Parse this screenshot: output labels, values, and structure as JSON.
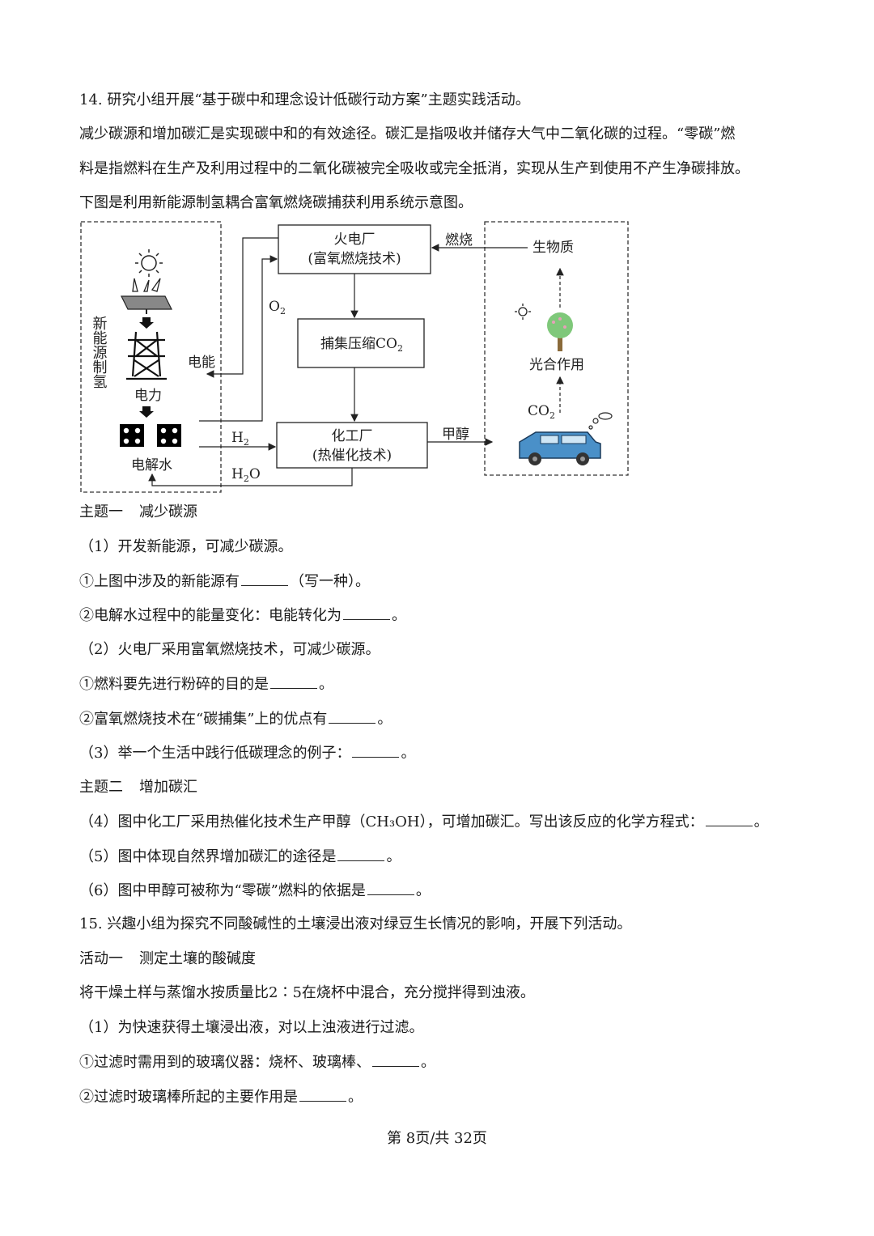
{
  "q14": {
    "title": "14. 研究小组开展“基于碳中和理念设计低碳行动方案”主题实践活动。",
    "para1": "减少碳源和增加碳汇是实现碳中和的有效途径。碳汇是指吸收并储存大气中二氧化碳的过程。“零碳”燃",
    "para2": "料是指燃料在生产及利用过程中的二氧化碳被完全吸收或完全抵消，实现从生产到使用不产生净碳排放。",
    "para3": "下图是利用新能源制氢耦合富氧燃烧碳捕获利用系统示意图。",
    "theme1_label": "主题一",
    "theme1_name": "减少碳源",
    "s1": "（1）开发新能源，可减少碳源。",
    "s1a_pre": "①上图中涉及的新能源有",
    "s1a_post": "（写一种）。",
    "s1b_pre": "②电解水过程中的能量变化：电能转化为",
    "s1b_post": "。",
    "s2": "（2）火电厂采用富氧燃烧技术，可减少碳源。",
    "s2a_pre": "①燃料要先进行粉碎的目的是",
    "s2a_post": "。",
    "s2b_pre": "②富氧燃烧技术在“碳捕集”上的优点有",
    "s2b_post": "。",
    "s3_pre": "（3）举一个生活中践行低碳理念的例子：",
    "s3_post": "。",
    "theme2_label": "主题二",
    "theme2_name": "增加碳汇",
    "s4_pre": "（4）图中化工厂采用热催化技术生产甲醇（CH₃OH），可增加碳汇。写出该反应的化学方程式：",
    "s4_post": "。",
    "s5_pre": "（5）图中体现自然界增加碳汇的途径是",
    "s5_post": "。",
    "s6_pre": "（6）图中甲醇可被称为“零碳”燃料的依据是",
    "s6_post": "。"
  },
  "q15": {
    "title": "15. 兴趣小组为探究不同酸碱性的土壤浸出液对绿豆生长情况的影响，开展下列活动。",
    "act1_label": "活动一",
    "act1_name": "测定土壤的酸碱度",
    "para1": "将干燥土样与蒸馏水按质量比2∶5在烧杯中混合，充分搅拌得到浊液。",
    "s1": "（1）为快速获得土壤浸出液，对以上浊液进行过滤。",
    "s1a_pre": "①过滤时需用到的玻璃仪器：烧杯、玻璃棒、",
    "s1a_post": "。",
    "s1b_pre": "②过滤时玻璃棒所起的主要作用是",
    "s1b_post": "。"
  },
  "diagram": {
    "left_box_label": "新能源制氢",
    "power_label": "电力",
    "electrolysis_label": "电解水",
    "electric_energy": "电能",
    "plant_line1": "火电厂",
    "plant_line2": "(富氧燃烧技术)",
    "capture_label": "捕集压缩CO",
    "chem_line1": "化工厂",
    "chem_line2": "(热催化技术)",
    "o2": "O",
    "h2": "H",
    "h2o_h": "H",
    "h2o_o": "O",
    "burn": "燃烧",
    "methanol": "甲醇",
    "biomass": "生物质",
    "photosynthesis": "光合作用",
    "co2": "CO",
    "sub2": "2"
  },
  "footer": "第 8页/共 32页"
}
